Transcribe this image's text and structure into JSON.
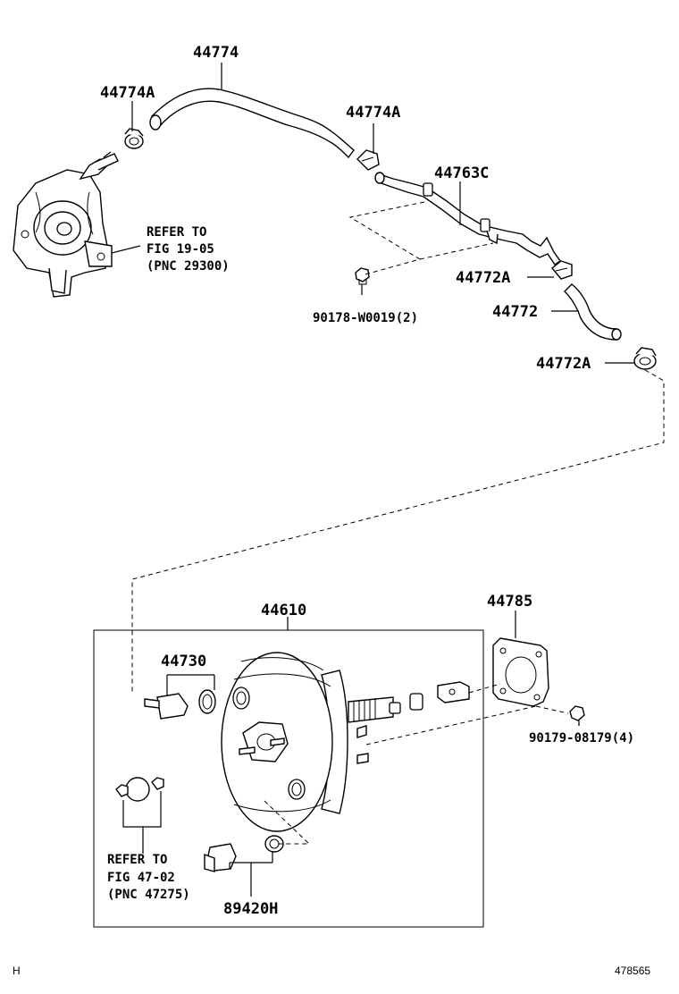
{
  "labels": {
    "p44774": "44774",
    "p44774A_1": "44774A",
    "p44774A_2": "44774A",
    "p44763C": "44763C",
    "p44772A_1": "44772A",
    "p44772": "44772",
    "p44772A_2": "44772A",
    "p90178": "90178-W0019(2)",
    "p44610": "44610",
    "p44785": "44785",
    "p44730": "44730",
    "p90179": "90179-08179(4)",
    "p89420H": "89420H"
  },
  "refs": {
    "ref1": {
      "line1": "REFER TO",
      "line2": "FIG 19-05",
      "line3": "(PNC 29300)"
    },
    "ref2": {
      "line1": "REFER TO",
      "line2": "FIG 47-02",
      "line3": "(PNC 47275)"
    }
  },
  "footer": {
    "left": "H",
    "right": "478565"
  }
}
